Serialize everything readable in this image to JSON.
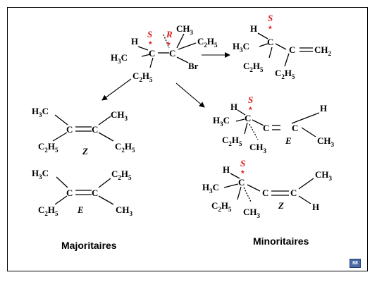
{
  "labels": {
    "H": "H",
    "C": "C",
    "CH": "CH",
    "Br": "Br",
    "sub2": "2",
    "sub3": "3",
    "sub5": "5",
    "S": "S",
    "R": "R",
    "star": "*",
    "Z": "Z",
    "E": "E"
  },
  "captions": {
    "major": "Majoritaires",
    "minor": "Minoritaires"
  },
  "page_number": "88"
}
